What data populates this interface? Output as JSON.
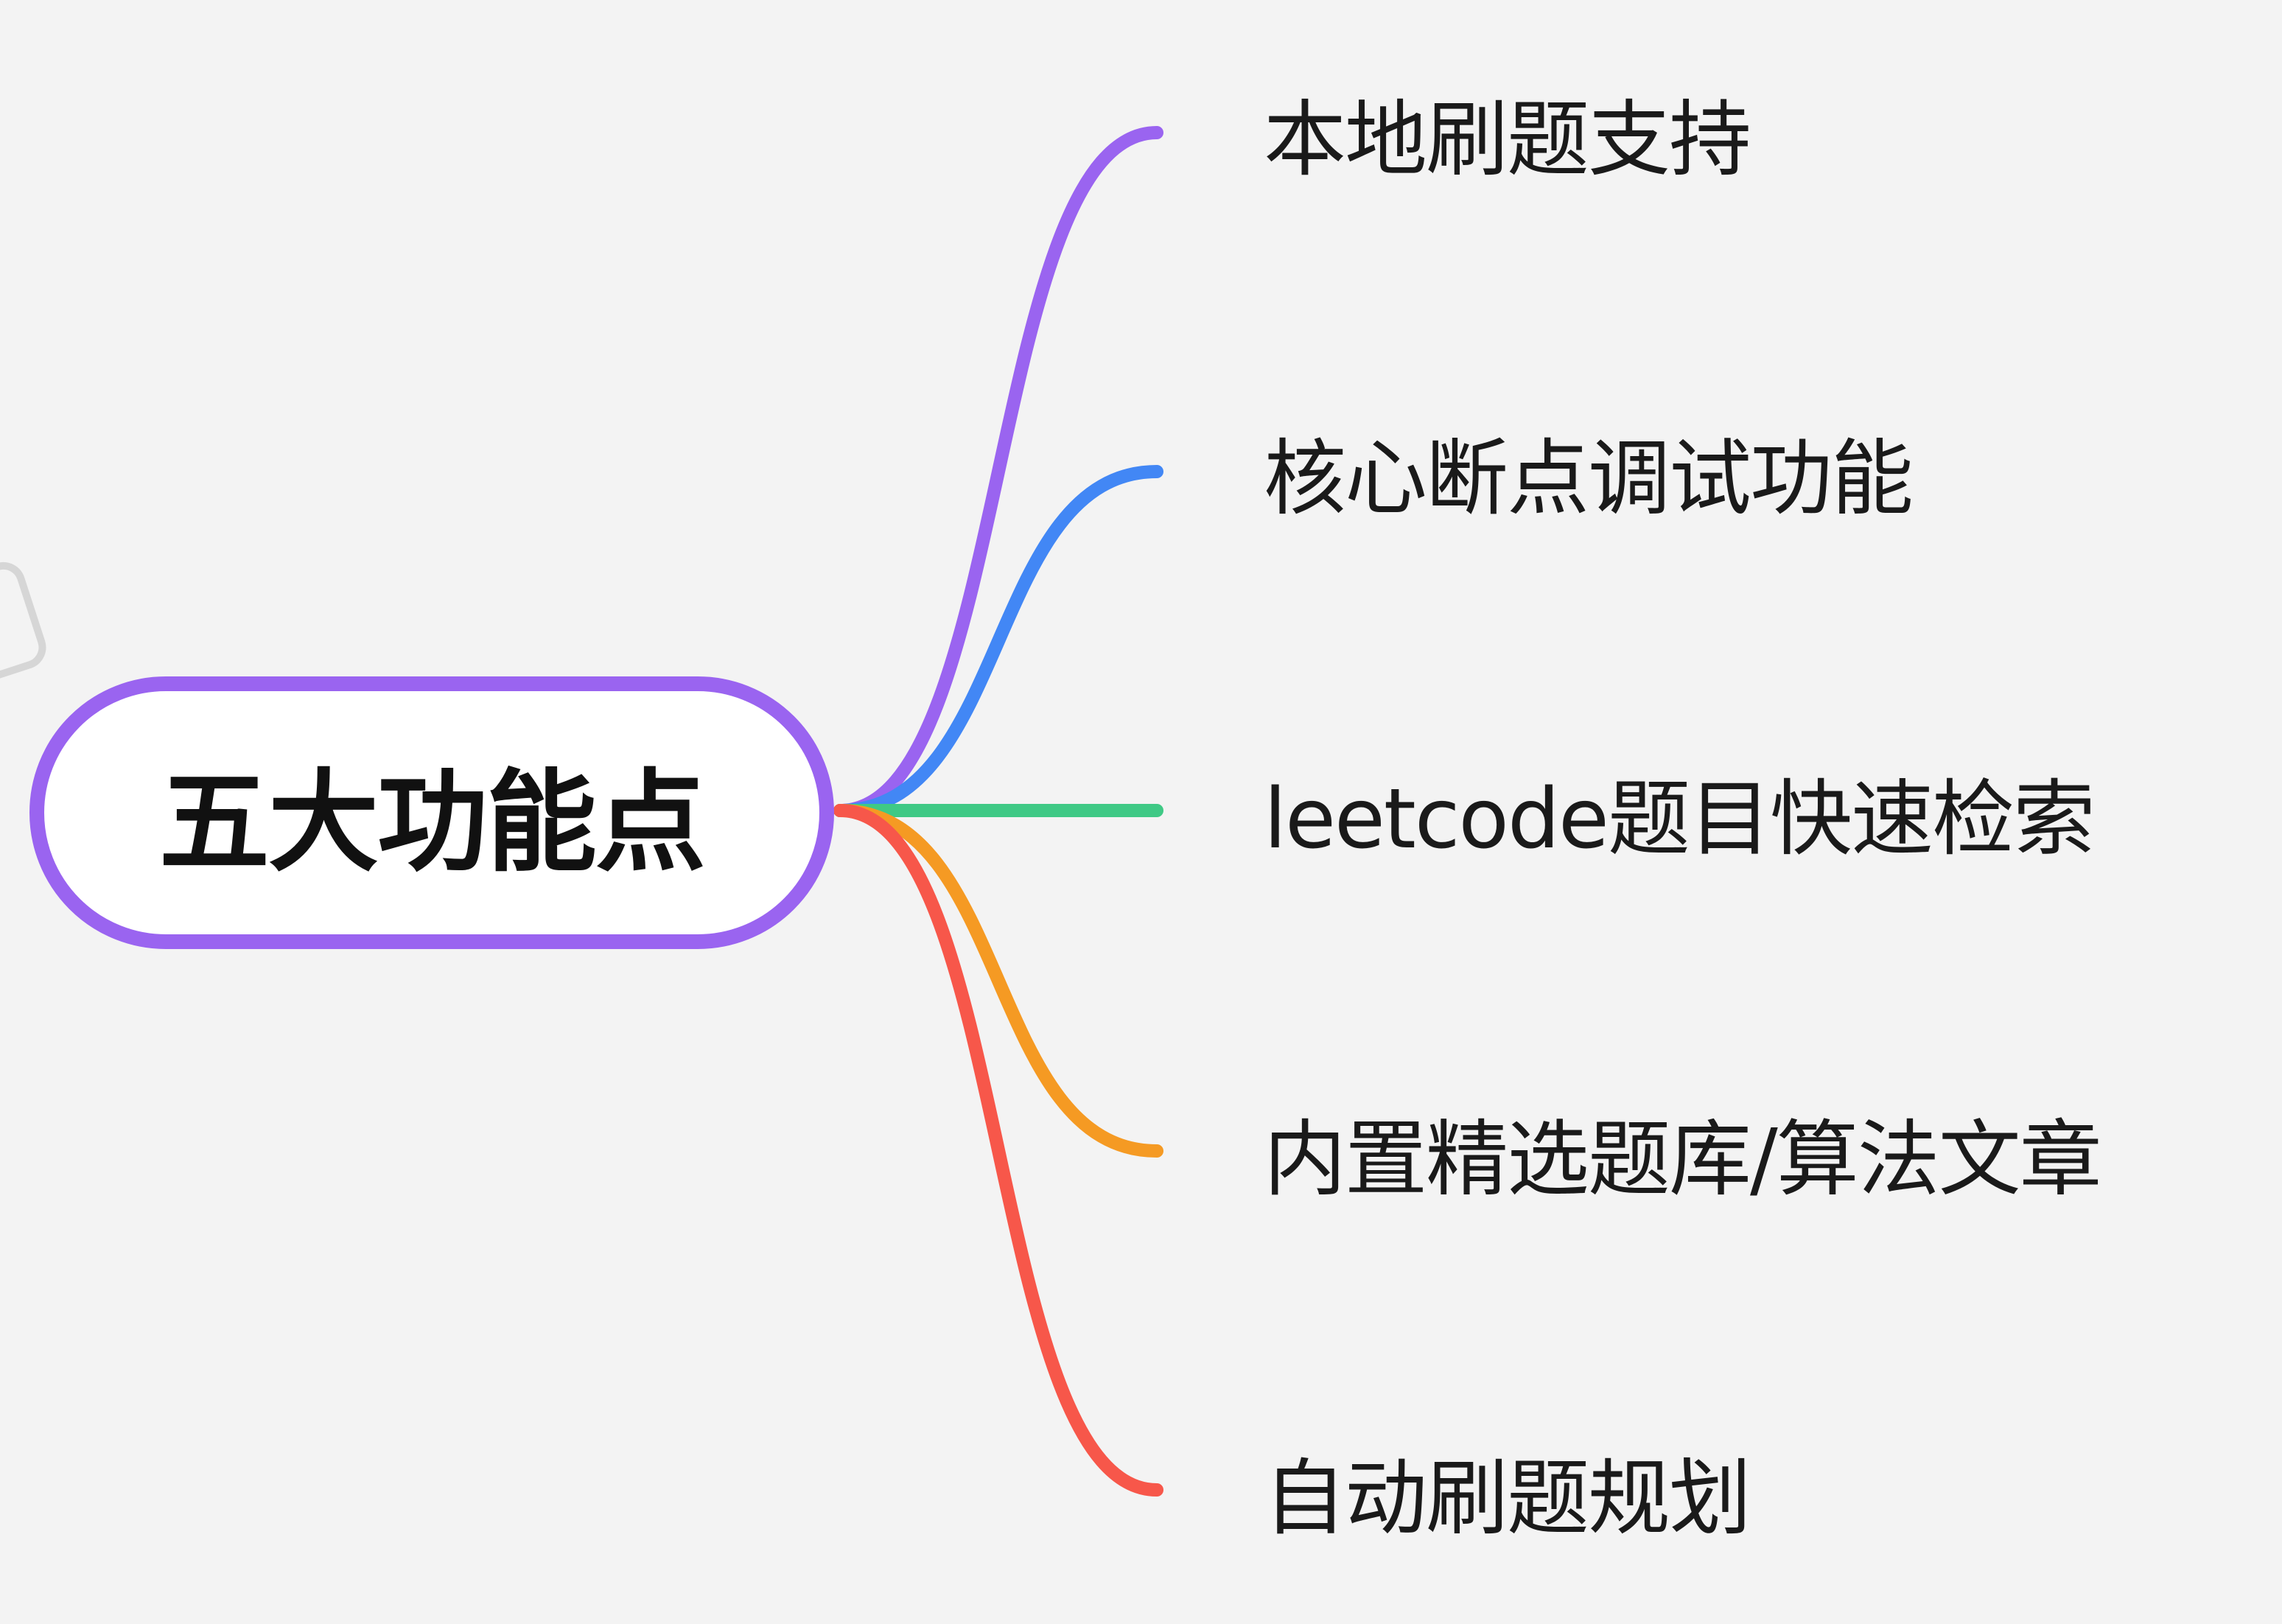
{
  "central": {
    "title": "五大功能点"
  },
  "branches": [
    {
      "label": "本地刷题支持",
      "color": "#9a64f0"
    },
    {
      "label": "核心断点调试功能",
      "color": "#4287f5"
    },
    {
      "label": "leetcode题目快速检索",
      "color": "#3fc985"
    },
    {
      "label": "内置精选题库/算法文章",
      "color": "#f59a23"
    },
    {
      "label": "自动刷题规划",
      "color": "#f7574a"
    }
  ]
}
